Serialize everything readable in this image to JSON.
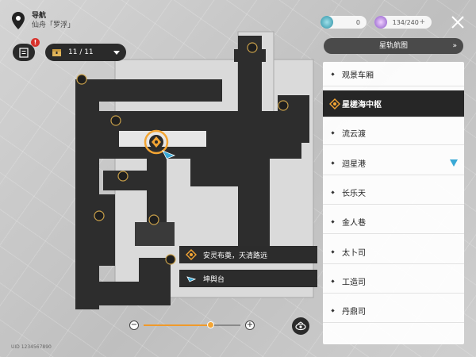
{
  "header": {
    "title": "导航",
    "subtitle": "仙舟「罗浮」"
  },
  "quest": {
    "badge": "!"
  },
  "chest": {
    "count": "11 / 11"
  },
  "resources": {
    "fuel": "0",
    "power": "134/240",
    "plus": "+"
  },
  "starmap_button": {
    "label": "星轨航图",
    "chevron": "»"
  },
  "locations": [
    {
      "label": "观景车厢",
      "active": false
    },
    {
      "label": "星槎海中枢",
      "active": true
    },
    {
      "label": "流云渡",
      "active": false
    },
    {
      "label": "迴星港",
      "active": false
    },
    {
      "label": "长乐天",
      "active": false
    },
    {
      "label": "金人巷",
      "active": false
    },
    {
      "label": "太卜司",
      "active": false
    },
    {
      "label": "工造司",
      "active": false
    },
    {
      "label": "丹鼎司",
      "active": false
    }
  ],
  "map_labels": [
    {
      "text": "安灵布奠，天清路远"
    },
    {
      "text": "坤舆台"
    }
  ],
  "zoom": {
    "minus": "−",
    "plus": "+",
    "level": 0.69
  },
  "uid_text": "UID 1234567890",
  "colors": {
    "accent_gold": "#f3a534",
    "accent_blue": "#39a9d6",
    "panel_dark": "#262626",
    "badge_red": "#d8322c"
  }
}
